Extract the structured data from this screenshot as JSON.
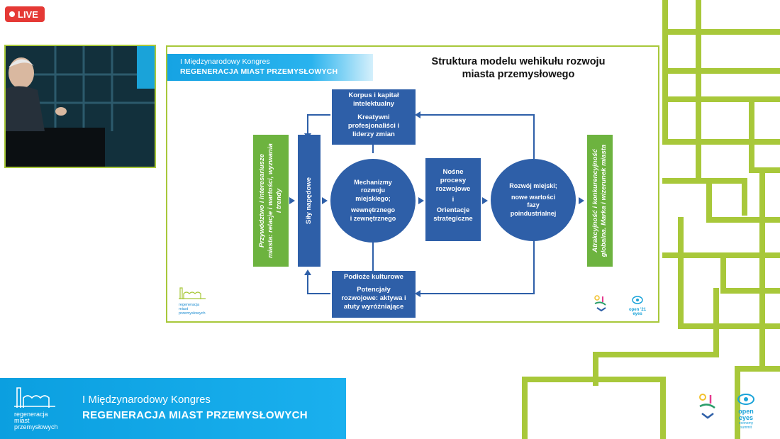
{
  "live_badge": {
    "label": "LIVE"
  },
  "slide": {
    "header": {
      "line1": "I Międzynarodowy Kongres",
      "line2": "REGENERACJA MIAST PRZEMYSŁOWYCH"
    },
    "title_line1": "Struktura modelu wehikułu rozwoju",
    "title_line2": "miasta przemysłowego",
    "left_green_bar": {
      "line1": "Przywództwo i interesariusze",
      "line2": "miasta: relacje i wartości, wyzwania",
      "line3": "i trendy"
    },
    "forces_bar": {
      "label": "Siły napędowe"
    },
    "top_box": {
      "line1": "Korpus i kapitał",
      "line2": "intelektualny",
      "line3": "Kreatywni",
      "line4": "profesjonaliści i",
      "line5": "liderzy zmian"
    },
    "left_circle": {
      "line1": "Mechanizmy",
      "line2": "rozwoju",
      "line3": "miejskiego;",
      "line4": "wewnętrznego",
      "line5": "i zewnętrznego"
    },
    "center_box": {
      "line1": "Nośne",
      "line2": "procesy",
      "line3": "rozwojowe",
      "line4": "i",
      "line5": "Orientacje",
      "line6": "strategiczne"
    },
    "right_circle": {
      "line1": "Rozwój miejski;",
      "line2": "nowe wartości",
      "line3": "fazy",
      "line4": "poindustrialnej"
    },
    "bottom_box": {
      "line1": "Podłoże kulturowe",
      "line2": "Potencjały",
      "line3": "rozwojowe: aktywa i",
      "line4": "atuty wyróżniające"
    },
    "right_green_bar": {
      "line1": "Atrakcyjność i konkurencyjność",
      "line2": "globalna. Marka i wizerunek miasta"
    },
    "logo_small": {
      "line1": "regeneracja",
      "line2": "miast",
      "line3": "przemysłowych"
    },
    "partner_logo": {
      "line1": "open",
      "line2": "eyes",
      "line3": "'21"
    }
  },
  "banner": {
    "line1": "I Międzynarodowy Kongres",
    "line2": "REGENERACJA MIAST PRZEMYSŁOWYCH",
    "logo_line1": "regeneracja",
    "logo_line2": "miast",
    "logo_line3": "przemysłowych"
  },
  "bottom_right_logo": {
    "line1": "open",
    "line2": "eyes",
    "line3": "economy",
    "line4": "summit"
  },
  "colors": {
    "accent_green": "#a8c83a",
    "diagram_blue": "#2e5fa8",
    "bar_green": "#6db33f",
    "banner_blue": "#1ab0ee",
    "live_red": "#e53935"
  }
}
